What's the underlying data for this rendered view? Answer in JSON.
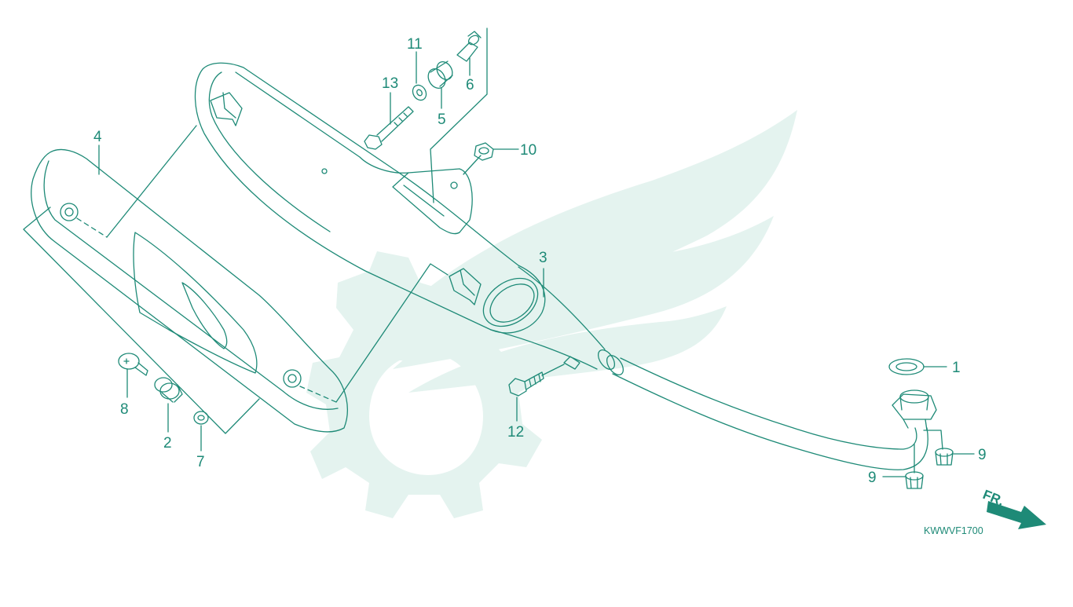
{
  "diagram": {
    "drawing_code": "KWWVF1700",
    "direction_label": "FR.",
    "callouts": [
      {
        "id": "c1",
        "number": "1",
        "part": "gasket"
      },
      {
        "id": "c2",
        "number": "2",
        "part": "grommet"
      },
      {
        "id": "c3",
        "number": "3",
        "part": "muffler"
      },
      {
        "id": "c4",
        "number": "4",
        "part": "muffler-protector"
      },
      {
        "id": "c5",
        "number": "5",
        "part": "damper-rubber"
      },
      {
        "id": "c6",
        "number": "6",
        "part": "collar"
      },
      {
        "id": "c7",
        "number": "7",
        "part": "washer"
      },
      {
        "id": "c8",
        "number": "8",
        "part": "screw"
      },
      {
        "id": "c9a",
        "number": "9",
        "part": "cap-nut"
      },
      {
        "id": "c9b",
        "number": "9",
        "part": "cap-nut"
      },
      {
        "id": "c10",
        "number": "10",
        "part": "flange-nut"
      },
      {
        "id": "c11",
        "number": "11",
        "part": "washer"
      },
      {
        "id": "c12",
        "number": "12",
        "part": "flange-bolt"
      },
      {
        "id": "c13",
        "number": "13",
        "part": "flange-bolt"
      }
    ],
    "colors": {
      "line": "#1e8a77",
      "watermark": "#e3f2ee"
    }
  }
}
